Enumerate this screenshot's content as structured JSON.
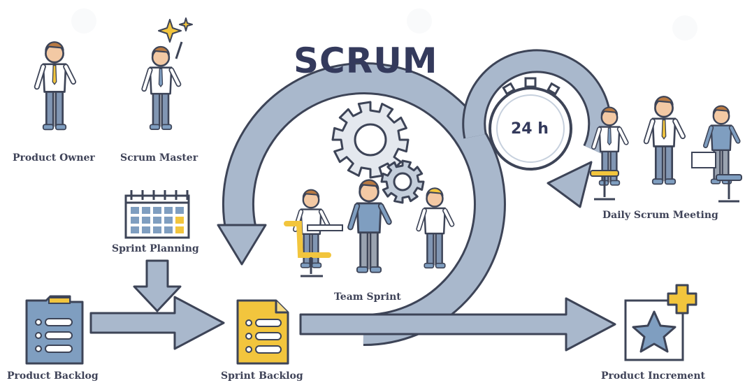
{
  "title": "SCRUM",
  "roles": {
    "product_owner": "Product Owner",
    "scrum_master": "Scrum Master"
  },
  "steps": {
    "sprint_planning": "Sprint Planning",
    "team_sprint": "Team Sprint",
    "daily_scrum": "Daily Scrum Meeting",
    "product_backlog": "Product Backlog",
    "sprint_backlog": "Sprint Backlog",
    "product_increment": "Product Increment"
  },
  "timer": "24 h",
  "colors": {
    "arrow": "#a9b8cc",
    "outline": "#3d4457",
    "accent": "#f2c53d",
    "shirt_blue": "#7f9ec0",
    "pants": "#8196b3",
    "skin": "#f3c9a4",
    "hair": "#b97a42",
    "title": "#343a5c"
  }
}
